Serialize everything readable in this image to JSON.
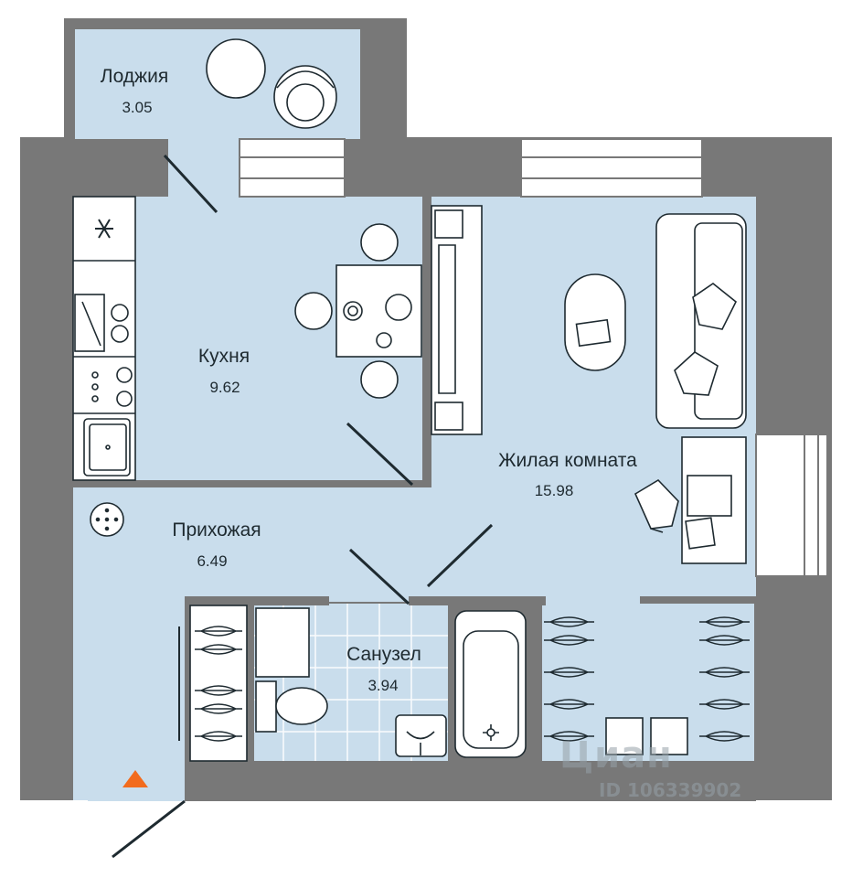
{
  "colors": {
    "wall": "#787878",
    "floor": "#c9ddec",
    "furniture_line": "#1e2a30",
    "furniture_fill": "#ffffff",
    "entrance_marker": "#f26b1d",
    "watermark": "#9aa3aa"
  },
  "rooms": {
    "loggia": {
      "name": "Лоджия",
      "area": "3.05"
    },
    "kitchen": {
      "name": "Кухня",
      "area": "9.62"
    },
    "living": {
      "name": "Жилая комната",
      "area": "15.98"
    },
    "hallway": {
      "name": "Прихожая",
      "area": "6.49"
    },
    "bathroom": {
      "name": "Санузел",
      "area": "3.94"
    }
  },
  "watermark": {
    "logo": "Циан",
    "id_text": "ID 106339902"
  },
  "icons": {
    "entrance": "entrance-triangle-icon",
    "stove": "stove-icon",
    "fridge": "snowflake-icon",
    "ceiling_lamp": "lamp-icon"
  }
}
